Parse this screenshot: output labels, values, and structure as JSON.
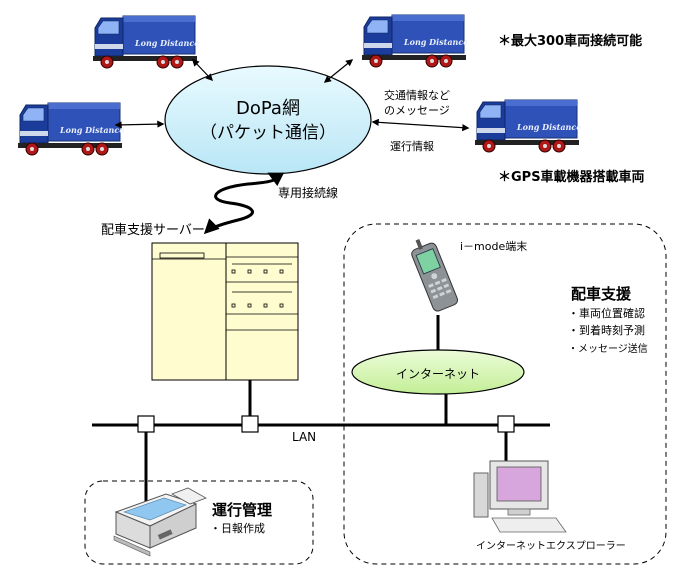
{
  "network": {
    "title_line1": "DoPa網",
    "title_line2": "（パケット通信）",
    "connection_note": "＊最大300車両接続可能",
    "gps_note": "＊GPS車載機器搭載車両",
    "msg_line1": "交通情報など",
    "msg_line2": "のメッセージ",
    "operation_info": "運行情報",
    "dedicated_line": "専用接続線"
  },
  "truck": {
    "logo_text": "Long Distance"
  },
  "server": {
    "label": "配車支援サーバー"
  },
  "lan": {
    "label": "LAN"
  },
  "internet": {
    "label": "インターネット"
  },
  "mobile": {
    "label": "i－mode端末"
  },
  "dispatch": {
    "title": "配車支援",
    "items": [
      "・車両位置確認",
      "・到着時刻予測",
      "・メッセージ送信"
    ]
  },
  "operations": {
    "title": "運行管理",
    "items": [
      "・日報作成"
    ]
  },
  "pc": {
    "label": "インターネットエクスプローラー"
  },
  "colors": {
    "cloud_fill": "#cdeffb",
    "internet_fill": "#d7f5b8",
    "server_fill": "#fffdd0",
    "truck_cab": "#1b3c9a",
    "truck_box": "#2f52b8",
    "wheel": "#b01818"
  }
}
